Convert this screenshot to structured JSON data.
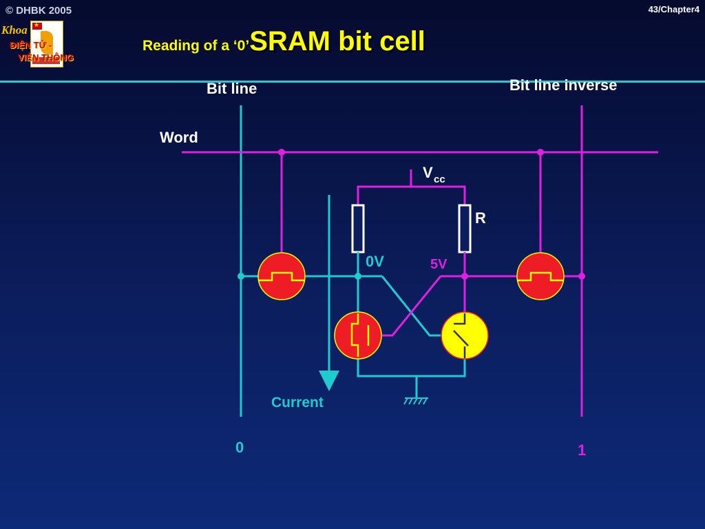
{
  "header": {
    "copyright": "© DHBK 2005",
    "page": "43/Chapter4"
  },
  "logo": {
    "script": "Khoa",
    "line1": "ĐIỆN TỬ -",
    "line2": "VIỄN THÔNG"
  },
  "title": {
    "prefix": "Reading of a ‘0’",
    "main": "SRAM bit cell"
  },
  "diagram": {
    "bit_line_label": "Bit line",
    "bit_line_inverse_label": "Bit line inverse",
    "word_label": "Word",
    "vcc_label": "V",
    "vcc_sub": "cc",
    "resistor_label": "R",
    "left_node_voltage": "0V",
    "right_node_voltage": "5V",
    "current_label": "Current",
    "bit_line_value": "0",
    "bit_line_inverse_value": "1"
  },
  "colors": {
    "cyan_wire": "#1ecbd0",
    "magenta_wire": "#e020e0",
    "transistor_on": "#ee1c24",
    "transistor_off": "#ffff00",
    "title": "#ffff00"
  }
}
